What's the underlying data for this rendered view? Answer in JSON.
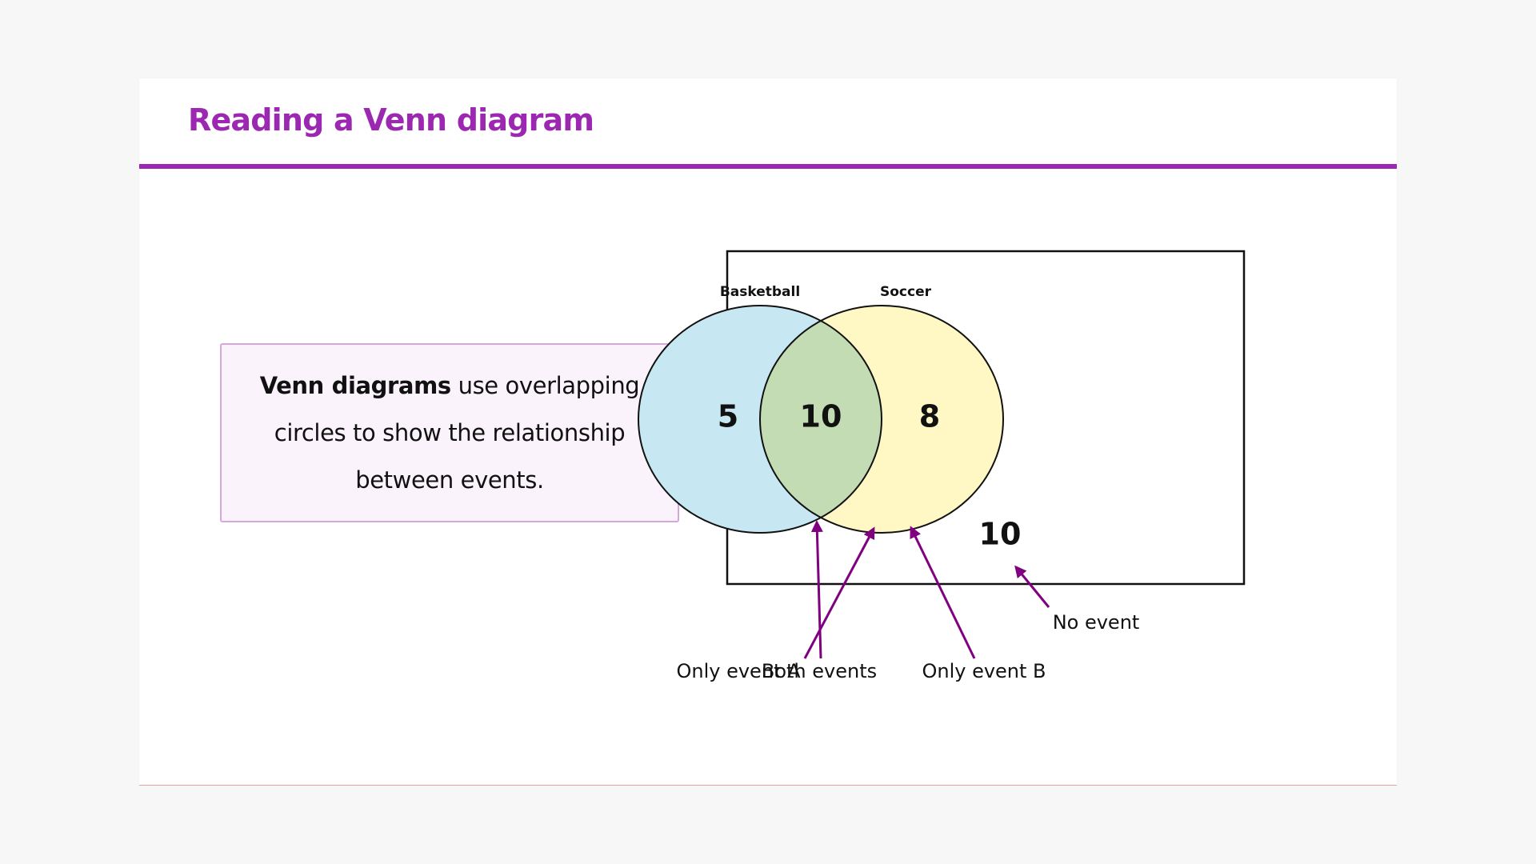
{
  "slide": {
    "title": "Reading a Venn diagram",
    "accent_color": "#9c27b0"
  },
  "definition": {
    "bold_term": "Venn diagrams",
    "rest_text": " use overlapping circles to show the relationship between events."
  },
  "venn": {
    "set_a": {
      "label": "Basketball",
      "color": "#c7e8f3"
    },
    "set_b": {
      "label": "Soccer",
      "color": "#fff8c4"
    },
    "overlap_color": "#c3dcb3",
    "counts": {
      "only_a": "5",
      "both": "10",
      "only_b": "8",
      "neither": "10"
    },
    "callouts": {
      "only_a": "Only event A",
      "both": "Both events",
      "only_b": "Only event B",
      "neither": "No event"
    },
    "arrow_color": "#800080"
  }
}
